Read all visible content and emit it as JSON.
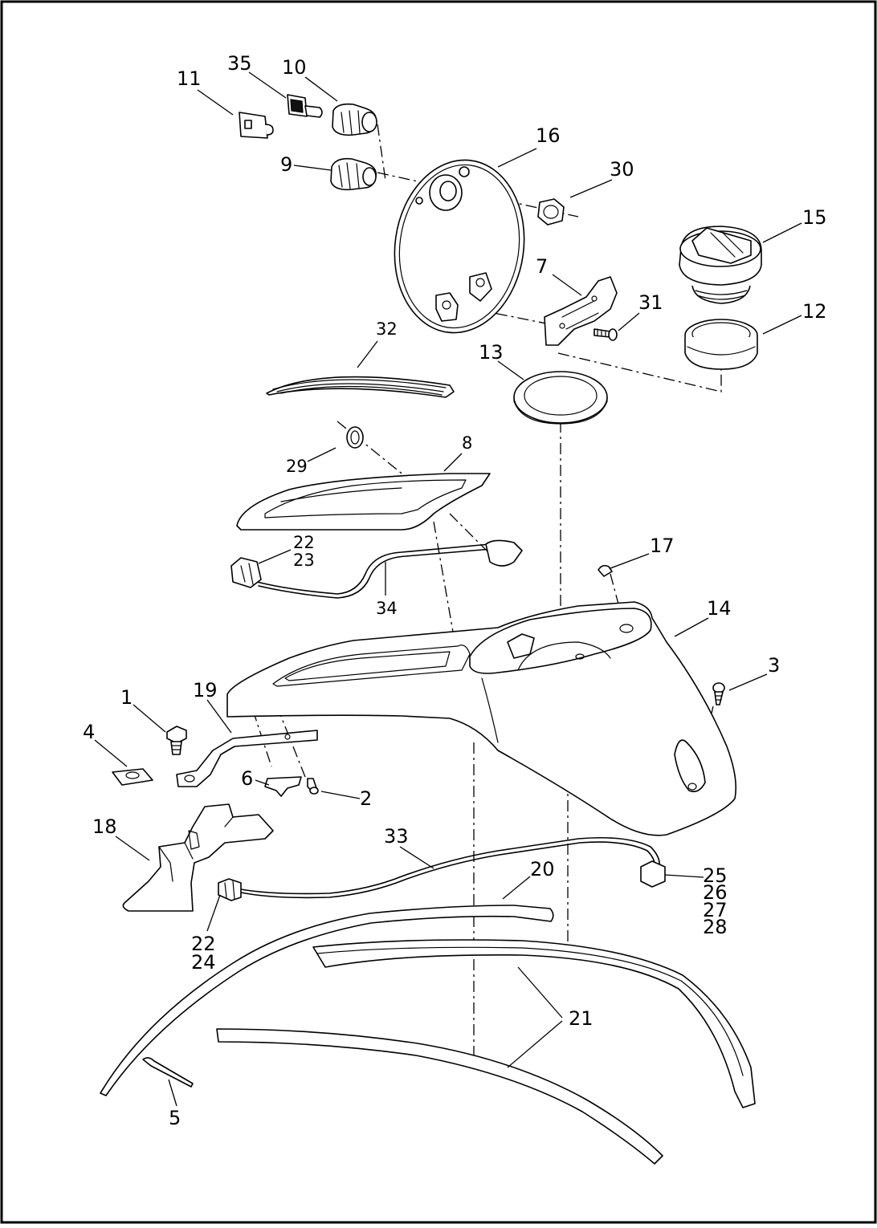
{
  "diagram": {
    "callouts": {
      "c1": "1",
      "c2": "2",
      "c3": "3",
      "c4": "4",
      "c5": "5",
      "c6": "6",
      "c7": "7",
      "c8": "8",
      "c9": "9",
      "c10": "10",
      "c11": "11",
      "c12": "12",
      "c13": "13",
      "c14": "14",
      "c15": "15",
      "c16": "16",
      "c17": "17",
      "c18": "18",
      "c19": "19",
      "c20": "20",
      "c21": "21",
      "c22a": "22",
      "c23": "23",
      "c22b": "22",
      "c24": "24",
      "c25": "25",
      "c26": "26",
      "c27": "27",
      "c28": "28",
      "c29": "29",
      "c30": "30",
      "c31": "31",
      "c32": "32",
      "c33": "33",
      "c34": "34",
      "c35": "35"
    }
  }
}
